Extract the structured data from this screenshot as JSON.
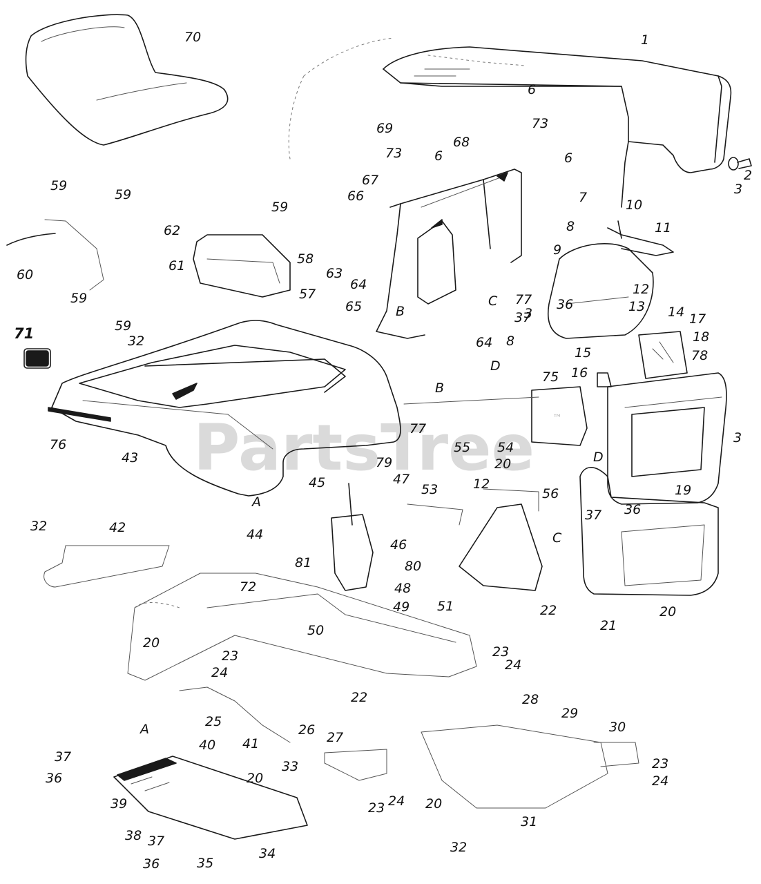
{
  "watermark": {
    "text": "PartsTree",
    "trademark": "™"
  },
  "callouts": [
    {
      "id": "c1",
      "text": "70"
    },
    {
      "id": "c2",
      "text": "1"
    },
    {
      "id": "c3",
      "text": "6"
    },
    {
      "id": "c4",
      "text": "73"
    },
    {
      "id": "c5",
      "text": "69"
    },
    {
      "id": "c6",
      "text": "68"
    },
    {
      "id": "c7",
      "text": "73"
    },
    {
      "id": "c8",
      "text": "6"
    },
    {
      "id": "c9",
      "text": "6"
    },
    {
      "id": "c10",
      "text": "2"
    },
    {
      "id": "c11",
      "text": "3"
    },
    {
      "id": "c12",
      "text": "67"
    },
    {
      "id": "c13",
      "text": "59"
    },
    {
      "id": "c14",
      "text": "59"
    },
    {
      "id": "c15",
      "text": "66"
    },
    {
      "id": "c16",
      "text": "59"
    },
    {
      "id": "c17",
      "text": "7"
    },
    {
      "id": "c18",
      "text": "10"
    },
    {
      "id": "c19",
      "text": "8"
    },
    {
      "id": "c20",
      "text": "11"
    },
    {
      "id": "c21",
      "text": "9"
    },
    {
      "id": "c22",
      "text": "62"
    },
    {
      "id": "c23",
      "text": "60"
    },
    {
      "id": "c24",
      "text": "61"
    },
    {
      "id": "c25",
      "text": "58"
    },
    {
      "id": "c26",
      "text": "63"
    },
    {
      "id": "c27",
      "text": "64"
    },
    {
      "id": "c28",
      "text": "57"
    },
    {
      "id": "c29",
      "text": "65"
    },
    {
      "id": "c30",
      "text": "12"
    },
    {
      "id": "c31",
      "text": "13"
    },
    {
      "id": "c32",
      "text": "C"
    },
    {
      "id": "c33",
      "text": "77"
    },
    {
      "id": "c34",
      "text": "36"
    },
    {
      "id": "c35",
      "text": "3"
    },
    {
      "id": "c36",
      "text": "37"
    },
    {
      "id": "c37",
      "text": "14"
    },
    {
      "id": "c38",
      "text": "17"
    },
    {
      "id": "c39",
      "text": "59"
    },
    {
      "id": "c40",
      "text": "B"
    },
    {
      "id": "c41",
      "text": "59"
    },
    {
      "id": "c42",
      "text": "32"
    },
    {
      "id": "c43",
      "text": "64"
    },
    {
      "id": "c44",
      "text": "8"
    },
    {
      "id": "c45",
      "text": "18"
    },
    {
      "id": "c46",
      "text": "71"
    },
    {
      "id": "c47",
      "text": "15"
    },
    {
      "id": "c48",
      "text": "D"
    },
    {
      "id": "c49",
      "text": "78"
    },
    {
      "id": "c50",
      "text": "16"
    },
    {
      "id": "c51",
      "text": "75"
    },
    {
      "id": "c52",
      "text": "B"
    },
    {
      "id": "c53",
      "text": "76"
    },
    {
      "id": "c54",
      "text": "77"
    },
    {
      "id": "c55",
      "text": "3"
    },
    {
      "id": "c56",
      "text": "43"
    },
    {
      "id": "c57",
      "text": "55"
    },
    {
      "id": "c58",
      "text": "54"
    },
    {
      "id": "c59",
      "text": "79"
    },
    {
      "id": "c60",
      "text": "20"
    },
    {
      "id": "c61",
      "text": "D"
    },
    {
      "id": "c62",
      "text": "45"
    },
    {
      "id": "c63",
      "text": "47"
    },
    {
      "id": "c64",
      "text": "A"
    },
    {
      "id": "c65",
      "text": "53"
    },
    {
      "id": "c66",
      "text": "12"
    },
    {
      "id": "c67",
      "text": "56"
    },
    {
      "id": "c68",
      "text": "19"
    },
    {
      "id": "c69",
      "text": "32"
    },
    {
      "id": "c70",
      "text": "42"
    },
    {
      "id": "c71",
      "text": "44"
    },
    {
      "id": "c72",
      "text": "37"
    },
    {
      "id": "c73",
      "text": "36"
    },
    {
      "id": "c74",
      "text": "46"
    },
    {
      "id": "c75",
      "text": "C"
    },
    {
      "id": "c76",
      "text": "81"
    },
    {
      "id": "c77",
      "text": "80"
    },
    {
      "id": "c78",
      "text": "72"
    },
    {
      "id": "c79",
      "text": "48"
    },
    {
      "id": "c80",
      "text": "49"
    },
    {
      "id": "c81",
      "text": "51"
    },
    {
      "id": "c82",
      "text": "22"
    },
    {
      "id": "c83",
      "text": "20"
    },
    {
      "id": "c84",
      "text": "21"
    },
    {
      "id": "c85",
      "text": "50"
    },
    {
      "id": "c86",
      "text": "20"
    },
    {
      "id": "c87",
      "text": "23"
    },
    {
      "id": "c88",
      "text": "24"
    },
    {
      "id": "c89",
      "text": "23"
    },
    {
      "id": "c90",
      "text": "24"
    },
    {
      "id": "c91",
      "text": "22"
    },
    {
      "id": "c92",
      "text": "28"
    },
    {
      "id": "c93",
      "text": "25"
    },
    {
      "id": "c94",
      "text": "29"
    },
    {
      "id": "c95",
      "text": "A"
    },
    {
      "id": "c96",
      "text": "26"
    },
    {
      "id": "c97",
      "text": "30"
    },
    {
      "id": "c98",
      "text": "27"
    },
    {
      "id": "c99",
      "text": "40"
    },
    {
      "id": "c100",
      "text": "41"
    },
    {
      "id": "c101",
      "text": "37"
    },
    {
      "id": "c102",
      "text": "33"
    },
    {
      "id": "c103",
      "text": "23"
    },
    {
      "id": "c104",
      "text": "36"
    },
    {
      "id": "c105",
      "text": "24"
    },
    {
      "id": "c106",
      "text": "20"
    },
    {
      "id": "c107",
      "text": "39"
    },
    {
      "id": "c108",
      "text": "23"
    },
    {
      "id": "c109",
      "text": "24"
    },
    {
      "id": "c110",
      "text": "20"
    },
    {
      "id": "c111",
      "text": "31"
    },
    {
      "id": "c112",
      "text": "38"
    },
    {
      "id": "c113",
      "text": "37"
    },
    {
      "id": "c114",
      "text": "34"
    },
    {
      "id": "c115",
      "text": "32"
    },
    {
      "id": "c116",
      "text": "36"
    },
    {
      "id": "c117",
      "text": "35"
    }
  ]
}
